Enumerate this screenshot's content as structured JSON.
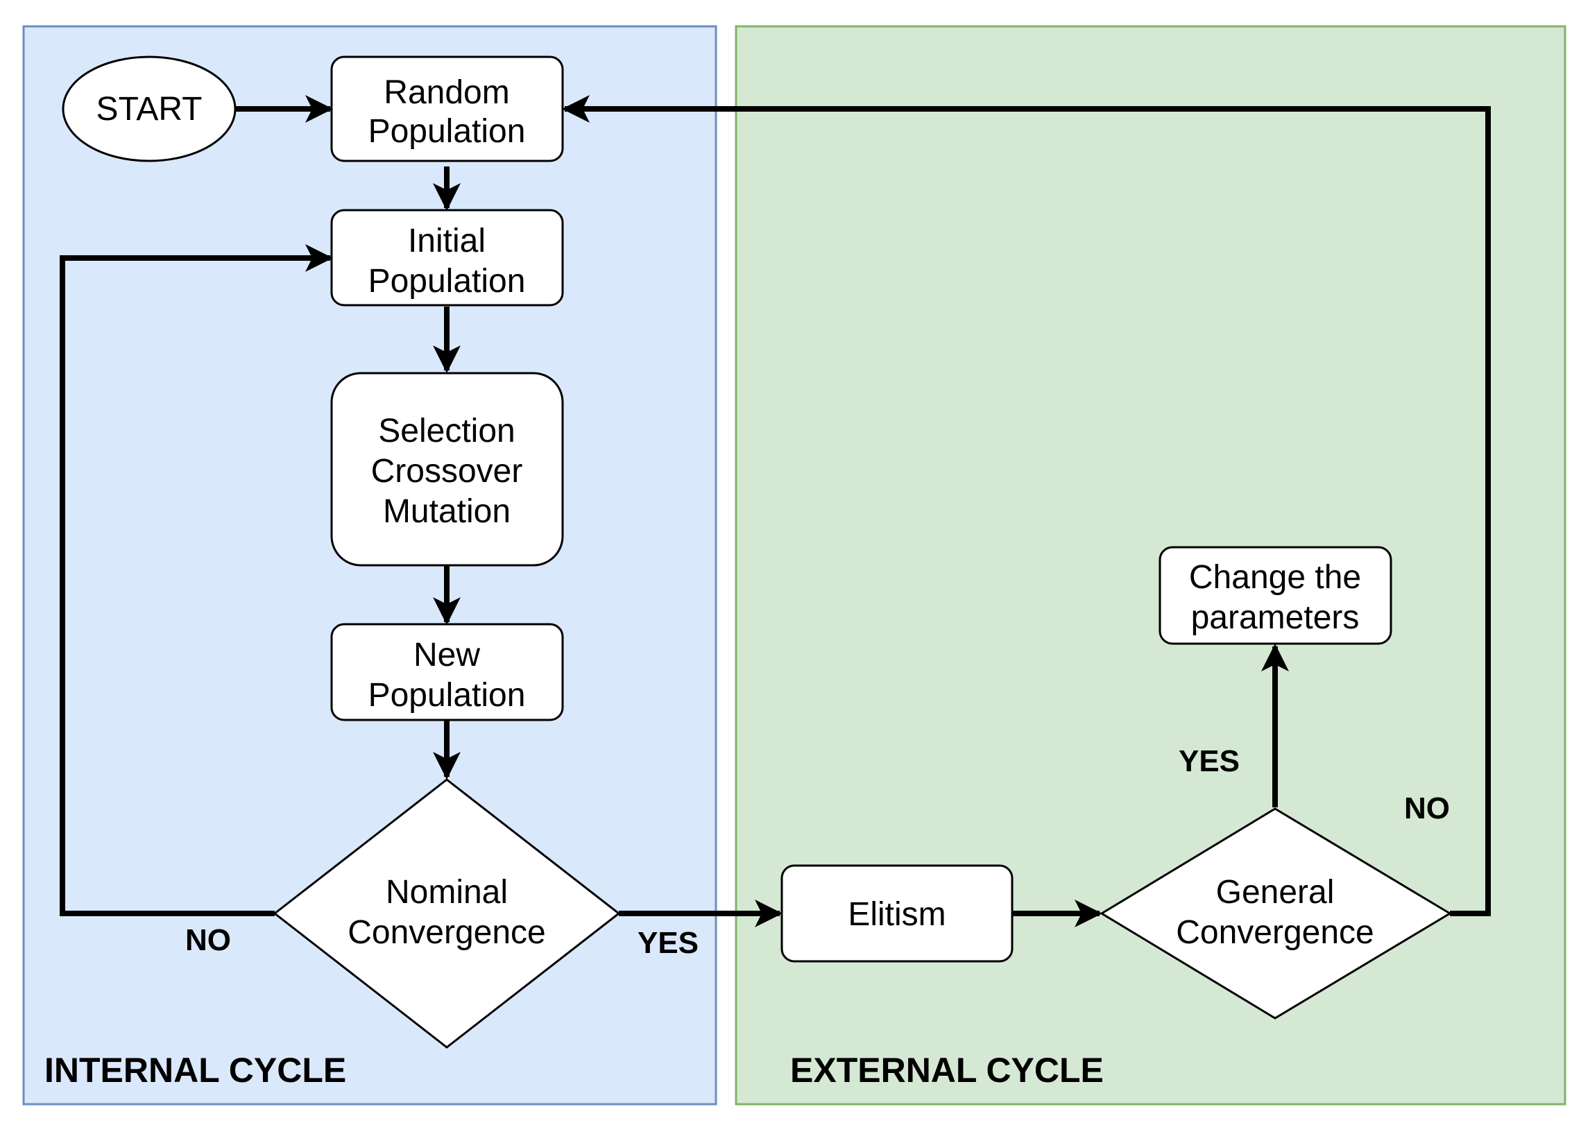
{
  "colors": {
    "internal_region_fill": "#dae8fc",
    "internal_region_stroke": "#6c8ebf",
    "external_region_fill": "#d5e8d4",
    "external_region_stroke": "#82b366",
    "random_population_fill": "#fff2cc",
    "random_population_stroke": "#d6b656",
    "change_parameters_fill": "#dae8fc",
    "change_parameters_stroke": "#6c8ebf",
    "node_fill": "#ffffff",
    "line": "#000000"
  },
  "regions": {
    "internal": {
      "label": "INTERNAL CYCLE"
    },
    "external": {
      "label": "EXTERNAL CYCLE"
    }
  },
  "nodes": {
    "start": {
      "label": "START"
    },
    "random_population": {
      "lines": [
        "Random",
        "Population"
      ]
    },
    "initial_population": {
      "lines": [
        "Initial",
        "Population"
      ]
    },
    "genetic_operators": {
      "lines": [
        "Selection",
        "Crossover",
        "Mutation"
      ]
    },
    "new_population": {
      "lines": [
        "New",
        "Population"
      ]
    },
    "nominal_convergence": {
      "lines": [
        "Nominal",
        "Convergence"
      ]
    },
    "elitism": {
      "label": "Elitism"
    },
    "general_convergence": {
      "lines": [
        "General",
        "Convergence"
      ]
    },
    "change_parameters": {
      "lines": [
        "Change the",
        "parameters"
      ]
    }
  },
  "edge_labels": {
    "nominal_no": "NO",
    "nominal_yes": "YES",
    "general_yes": "YES",
    "general_no": "NO"
  }
}
